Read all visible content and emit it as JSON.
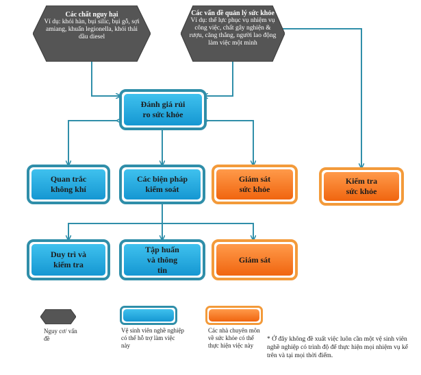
{
  "hazard": {
    "title": "Các chất nguy hại",
    "body": "Ví dụ: khói hàn, bụi silic, bụi gỗ, sợi amiang, khuẩn legionella, khói thải dầu diesel"
  },
  "health_issues": {
    "title": "Các vấn đề quản lý sức khỏe",
    "body": "Ví dụ: thể lực phục vụ nhiệm vụ công việc, chất gây nghiện & rượu, căng thẳng, người lao động làm việc một mình"
  },
  "nodes": {
    "risk_assessment": "Đánh giá rủi ro sức khỏe",
    "air_monitoring": "Quan trắc không khí",
    "control_measures": "Các biện pháp kiểm soát",
    "health_surveillance": "Giám sát sức khỏe",
    "health_check": "Kiểm tra sức khỏe",
    "maintain_check": "Duy trì và kiểm tra",
    "training_info": "Tập huấn và thông tin",
    "surveillance": "Giám sát"
  },
  "legend": {
    "hazard_label": "Nguy cơ/ vấn đề",
    "hygienist_label": "Vệ sinh viên nghề nghiệp có thể hỗ trợ làm việc này",
    "specialist_label": "Các nhà chuyên môn về sức khỏe có thể thực hiện việc này"
  },
  "footnote": "* Ở đây không đề xuất việc luôn cần một vệ sinh viên nghề nghiệp có trình độ để thực hiện mọi nhiệm vụ kể trên và tại mọi thời điểm.",
  "colors": {
    "hex_fill": "#555555",
    "blue_border": "#2f8ea9",
    "blue_fill": "#1fa8e0",
    "orange_border": "#f39a3a",
    "orange_fill": "#f47a20",
    "connector": "#2f8ea9"
  }
}
